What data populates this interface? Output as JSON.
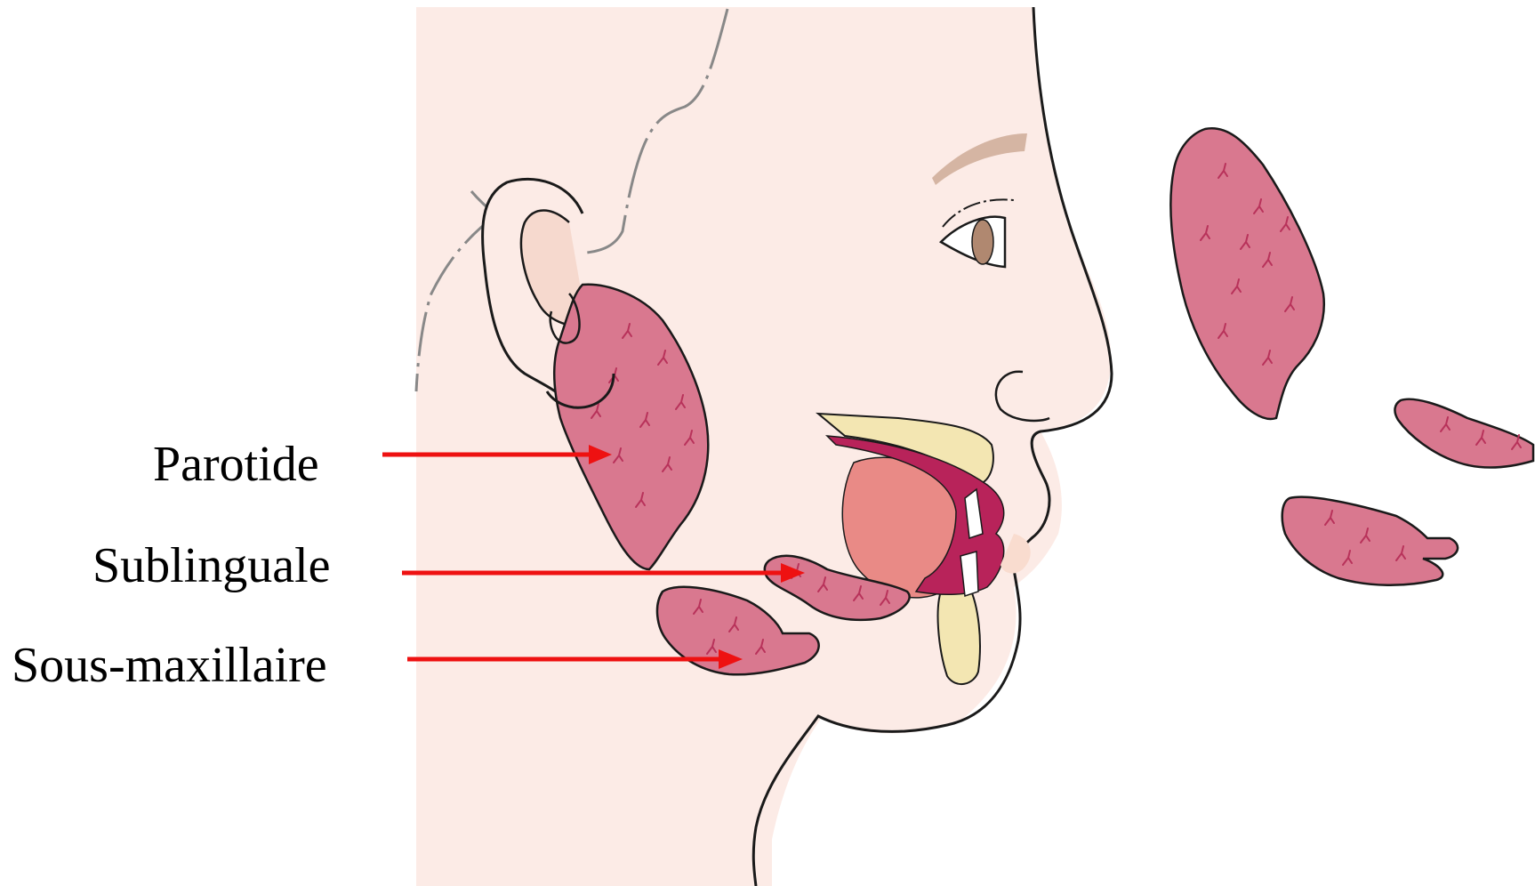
{
  "labels": {
    "parotide": "Parotide",
    "sublinguale": "Sublinguale",
    "sous_maxillaire": "Sous-maxillaire"
  },
  "colors": {
    "skin": "#fcebe6",
    "gland": "#d9788f",
    "gland_vein": "#b8325a",
    "arrow": "#ee1111",
    "outline": "#1a1a1a",
    "bone": "#f3e6b2",
    "tongue": "#e98a86",
    "lip": "#b8235a",
    "eyebrow": "#d5b5a3",
    "iris": "#b08870"
  }
}
